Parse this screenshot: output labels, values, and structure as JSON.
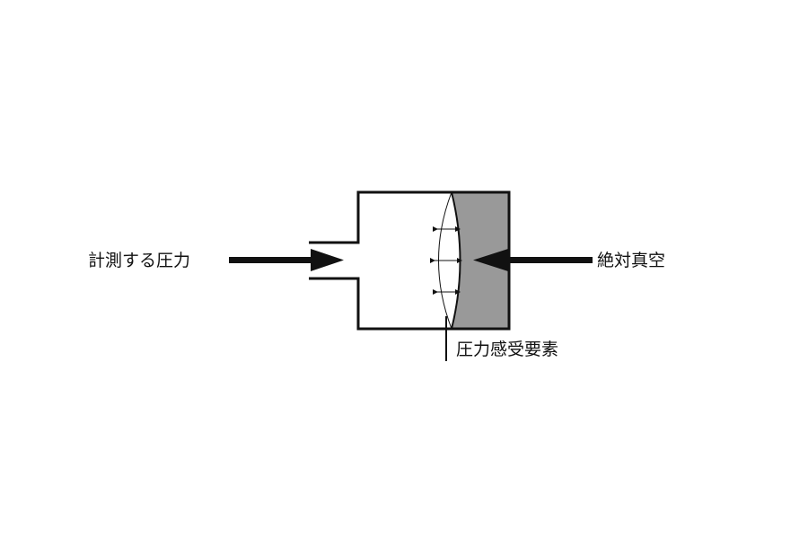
{
  "labels": {
    "measured_pressure": "計測する圧力",
    "absolute_vacuum": "絶対真空",
    "pressure_sensing_element": "圧力感受要素"
  },
  "colors": {
    "line": "#111111",
    "vacuum_fill": "#999999",
    "background": "#ffffff"
  }
}
